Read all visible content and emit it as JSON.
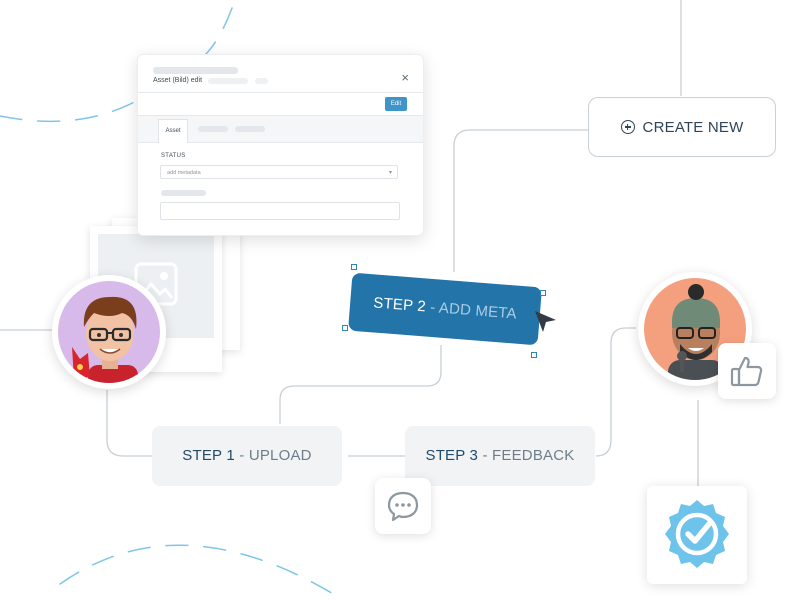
{
  "dialog": {
    "title": "Asset (Bild) edit",
    "close_glyph": "×",
    "edit_label": "Edit",
    "tab_active": "Asset",
    "status_label": "STATUS",
    "select_placeholder": "add metadata",
    "select_caret": "▾"
  },
  "create_new": {
    "label": "CREATE NEW",
    "icon": "plus-circle-icon"
  },
  "steps": {
    "step1": {
      "strong": "STEP 1",
      "light": " - UPLOAD"
    },
    "step2": {
      "strong": "STEP 2",
      "light": " - ADD META"
    },
    "step3": {
      "strong": "STEP 3",
      "light": " - FEEDBACK"
    }
  },
  "icons": {
    "cursor": "cursor-arrow-icon",
    "chat": "chat-bubble-icon",
    "thumbs_up": "thumbs-up-icon",
    "verified": "verified-badge-icon",
    "image": "image-placeholder-icon"
  },
  "colors": {
    "accent": "#2374a8",
    "connector": "#c8cfd5",
    "verified": "#6ec3ea",
    "avatar1_bg": "#d7b9ea",
    "avatar2_bg": "#f4a07f"
  }
}
